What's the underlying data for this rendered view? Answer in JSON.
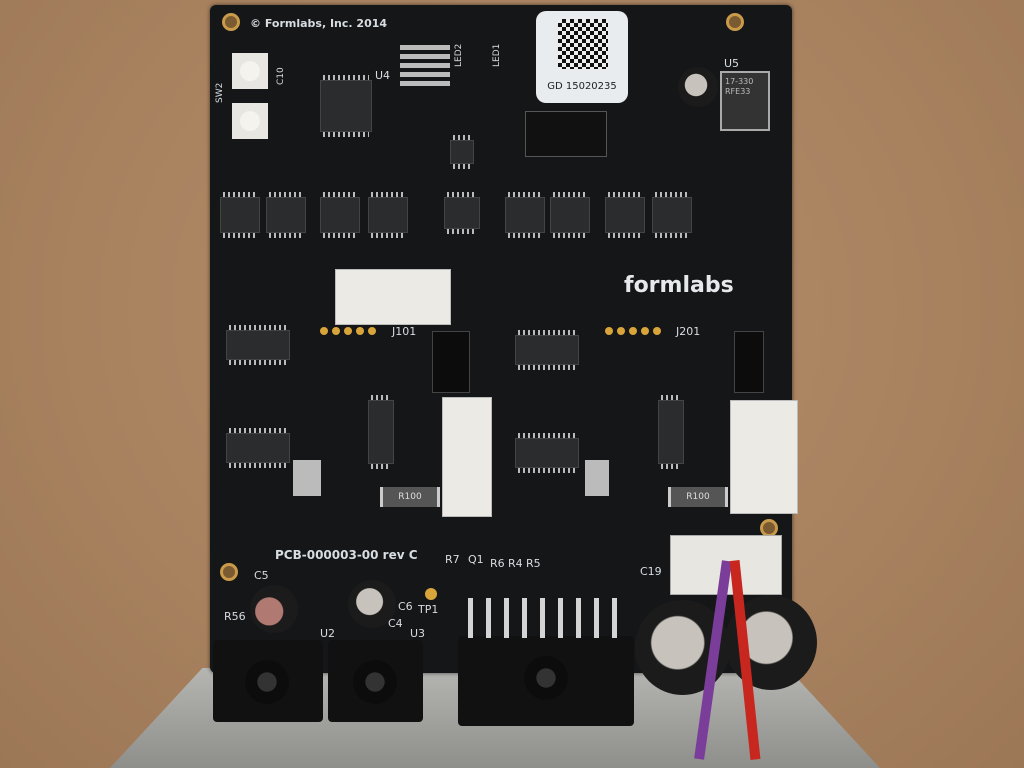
{
  "board": {
    "copyright": "© Formlabs, Inc. 2014",
    "serial_label": "GD 15020235",
    "logo_text": "formlabs",
    "part_number": "PCB-000003-00 rev C",
    "connectors": [
      "J101",
      "J201"
    ],
    "resistor_markings": [
      "R100",
      "R100"
    ],
    "designators": [
      "U4",
      "U5",
      "U2",
      "U3",
      "LED1",
      "LED2",
      "C5",
      "C6",
      "C4",
      "C19",
      "TP1",
      "R7",
      "Q1",
      "R6",
      "R4",
      "R5",
      "R56",
      "C10",
      "SW2"
    ],
    "regulator_marking": "17-330\nRFE33"
  },
  "colors": {
    "pcb": "#141618",
    "background": "#a8825f",
    "silkscreen": "#d8dde2",
    "pads": "#d9a53a"
  }
}
